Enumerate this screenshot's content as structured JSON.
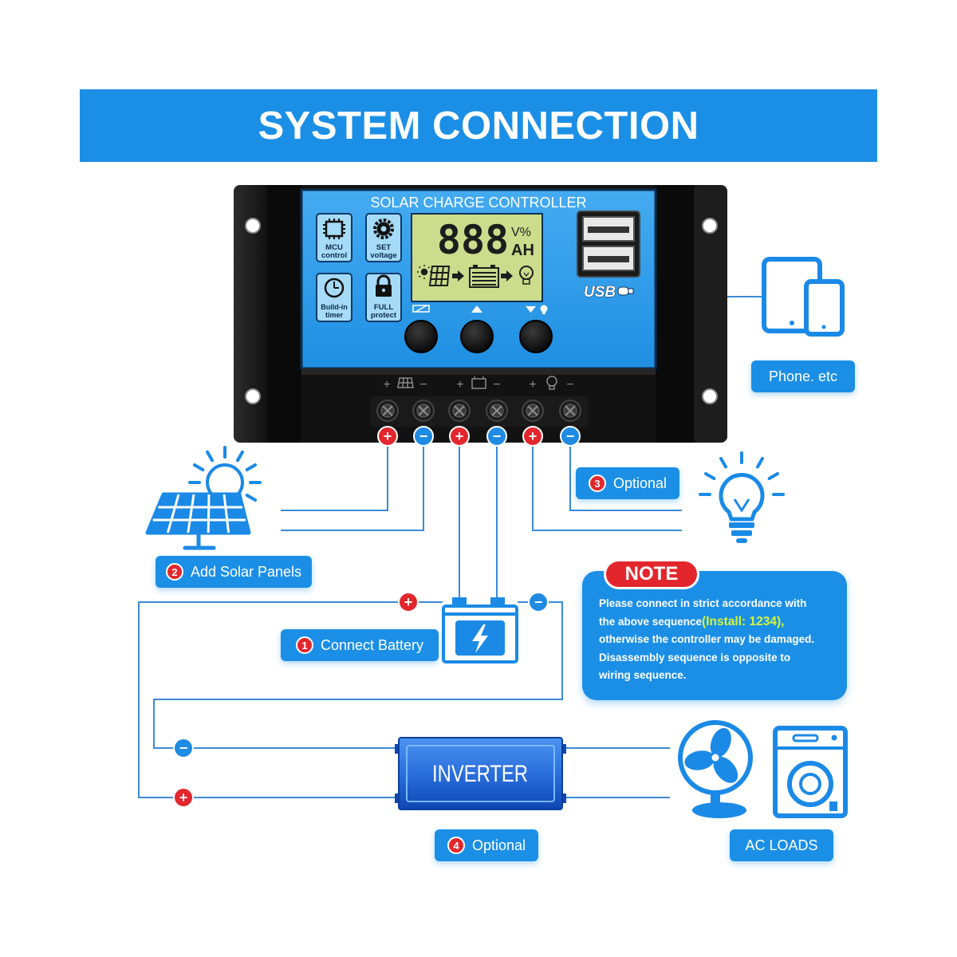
{
  "header": {
    "title": "SYSTEM CONNECTION"
  },
  "controller": {
    "title": "SOLAR CHARGE CONTROLLER",
    "features": [
      {
        "icon": "chip-icon",
        "line1": "MCU",
        "line2": "control"
      },
      {
        "icon": "gear-icon",
        "line1": "SET",
        "line2": "voltage"
      },
      {
        "icon": "clock-icon",
        "line1": "Build-in",
        "line2": "timer"
      },
      {
        "icon": "lock-icon",
        "line1": "FULL",
        "line2": "protect"
      }
    ],
    "lcd": {
      "digits": "888",
      "unit_top": "V%",
      "unit_bottom": "AH",
      "icons": [
        "sun-icon",
        "solar-panel-icon",
        "arrow-right-icon",
        "battery-icon",
        "arrow-right-icon",
        "bulb-icon"
      ]
    },
    "usb": {
      "label": "USB",
      "icon": "usb-plug-icon"
    },
    "buttons": [
      {
        "icon": "menu-icon"
      },
      {
        "icon": "up-icon"
      },
      {
        "icon": "down-light-icon"
      }
    ],
    "terminal_groups": [
      {
        "plus": "+",
        "minus": "−",
        "icon": "solar-panel-icon"
      },
      {
        "plus": "+",
        "minus": "−",
        "icon": "battery-icon"
      },
      {
        "plus": "+",
        "minus": "−",
        "icon": "bulb-icon"
      }
    ],
    "terminal_markers": [
      "+",
      "−",
      "+",
      "−",
      "+",
      "−"
    ]
  },
  "wiring_markers": {
    "battery_plus": "+",
    "battery_minus": "−",
    "inverter_minus": "−",
    "inverter_plus": "+"
  },
  "labels": {
    "phone": "Phone. etc",
    "load_optional": {
      "number": "3",
      "text": "Optional"
    },
    "solar": {
      "number": "2",
      "text": "Add Solar Panels"
    },
    "battery": {
      "number": "1",
      "text": "Connect Battery"
    },
    "inverter_optional": {
      "number": "4",
      "text": "Optional"
    },
    "ac_loads": "AC LOADS"
  },
  "inverter": {
    "label": "INVERTER"
  },
  "note": {
    "title": "NOTE",
    "line1": "Please connect in strict accordance with",
    "line2_prefix": "the above sequence",
    "line2_highlight": "(Install: 1234),",
    "line3": "otherwise the controller may be damaged.",
    "line4": "Disassembly sequence is opposite to",
    "line5": "wiring sequence."
  },
  "icons": {
    "devices": "phone-tablet-icon",
    "solar": "solar-panel-sun-icon",
    "lamp": "light-bulb-icon",
    "battery": "battery-icon",
    "fan": "fan-icon",
    "washer": "washing-machine-icon"
  },
  "colors": {
    "brand_blue": "#1b8fe6",
    "positive": "#e3262d",
    "negative": "#1f8be3",
    "highlight": "#d6f53a",
    "wire": "#3c8ad8",
    "lcd": "#cbdc8c"
  }
}
